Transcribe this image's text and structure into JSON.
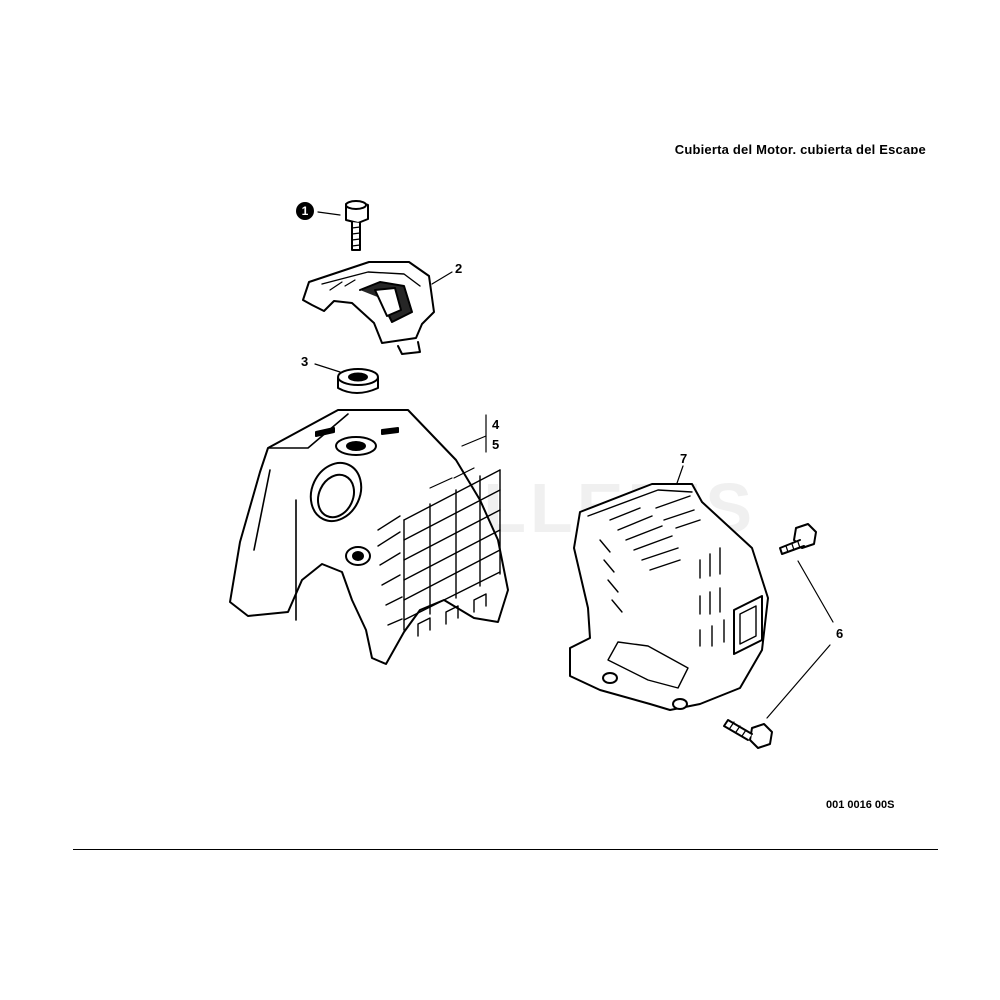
{
  "header": {
    "title": "Cubierta del Motor, cubierta del Escape"
  },
  "watermark": {
    "text": "OUTILLERIS"
  },
  "callouts": {
    "c1": "1",
    "c2": "2",
    "c3": "3",
    "c4": "4",
    "c5": "5",
    "c6": "6",
    "c7": "7"
  },
  "footer": {
    "code": "001 0016 00S"
  },
  "colors": {
    "line": "#000000",
    "background": "#ffffff",
    "watermark": "#e4e4e4"
  }
}
